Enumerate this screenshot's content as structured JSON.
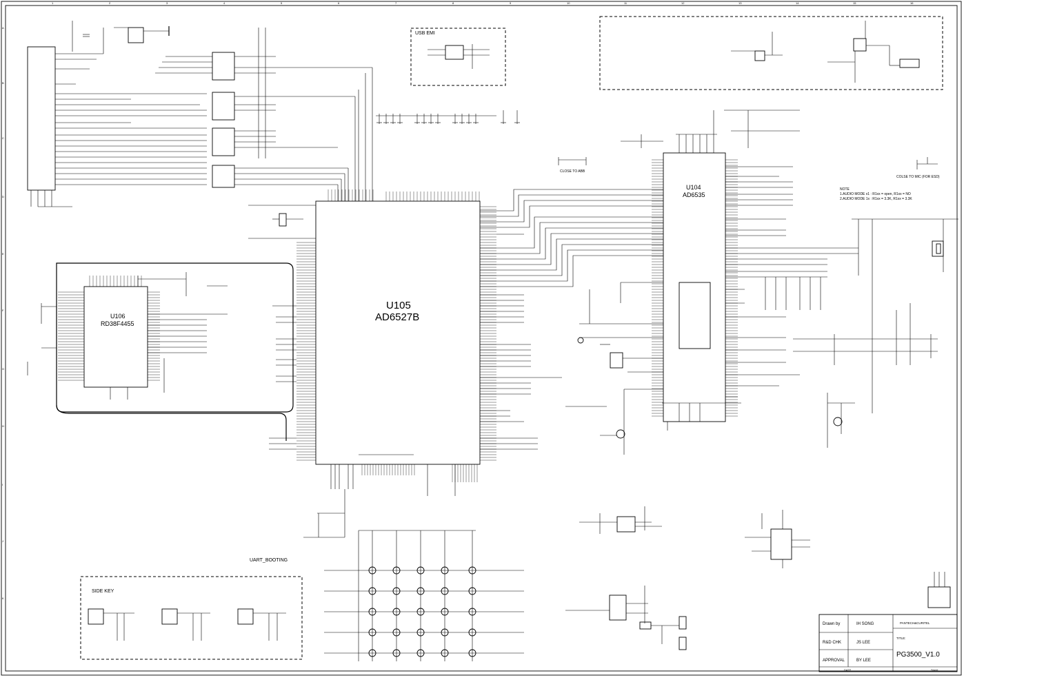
{
  "sheet": {
    "column_markers": [
      "1",
      "2",
      "3",
      "4",
      "5",
      "6",
      "7",
      "8",
      "9",
      "10",
      "11",
      "12",
      "13",
      "14",
      "15",
      "16"
    ],
    "row_markers": [
      "A",
      "B",
      "C",
      "D",
      "E",
      "F",
      "G",
      "H",
      "I",
      "J",
      "K"
    ]
  },
  "chips": {
    "u105": {
      "ref": "U105",
      "part": "AD6527B"
    },
    "u104": {
      "ref": "U104",
      "part": "AD6535"
    },
    "u106": {
      "ref": "U106",
      "part": "RD38F4455"
    }
  },
  "regions": {
    "usb_emi": "USB EMI",
    "side_key": "SIDE KEY",
    "uart_booting": "UART_BOOTING",
    "close_to_abb": "CLOSE TO ABB",
    "close_to_mic": "COLSE TO MIC (FOR ESD)"
  },
  "note": {
    "title": "NOTE",
    "lines": [
      "1.AUDIO MODE x1 : R1xx = open, R1xx = NO",
      "2.AUDIO MODE 1x : R1xx = 3.3K, R1xx = 3.3K"
    ]
  },
  "title_block": {
    "drawn_by_label": "Drawn by",
    "drawn_by": "IH SONG",
    "rd_chk_label": "R&D CHK",
    "rd_chk": "JS LEE",
    "approval_label": "APPROVAL",
    "approval": "BY LEE",
    "company": "PANTECH&CURITEL",
    "title_label": "TITLE:",
    "title": "PG3500_V1.0",
    "date_label": "DATE",
    "sheet_label": "Sheet"
  }
}
